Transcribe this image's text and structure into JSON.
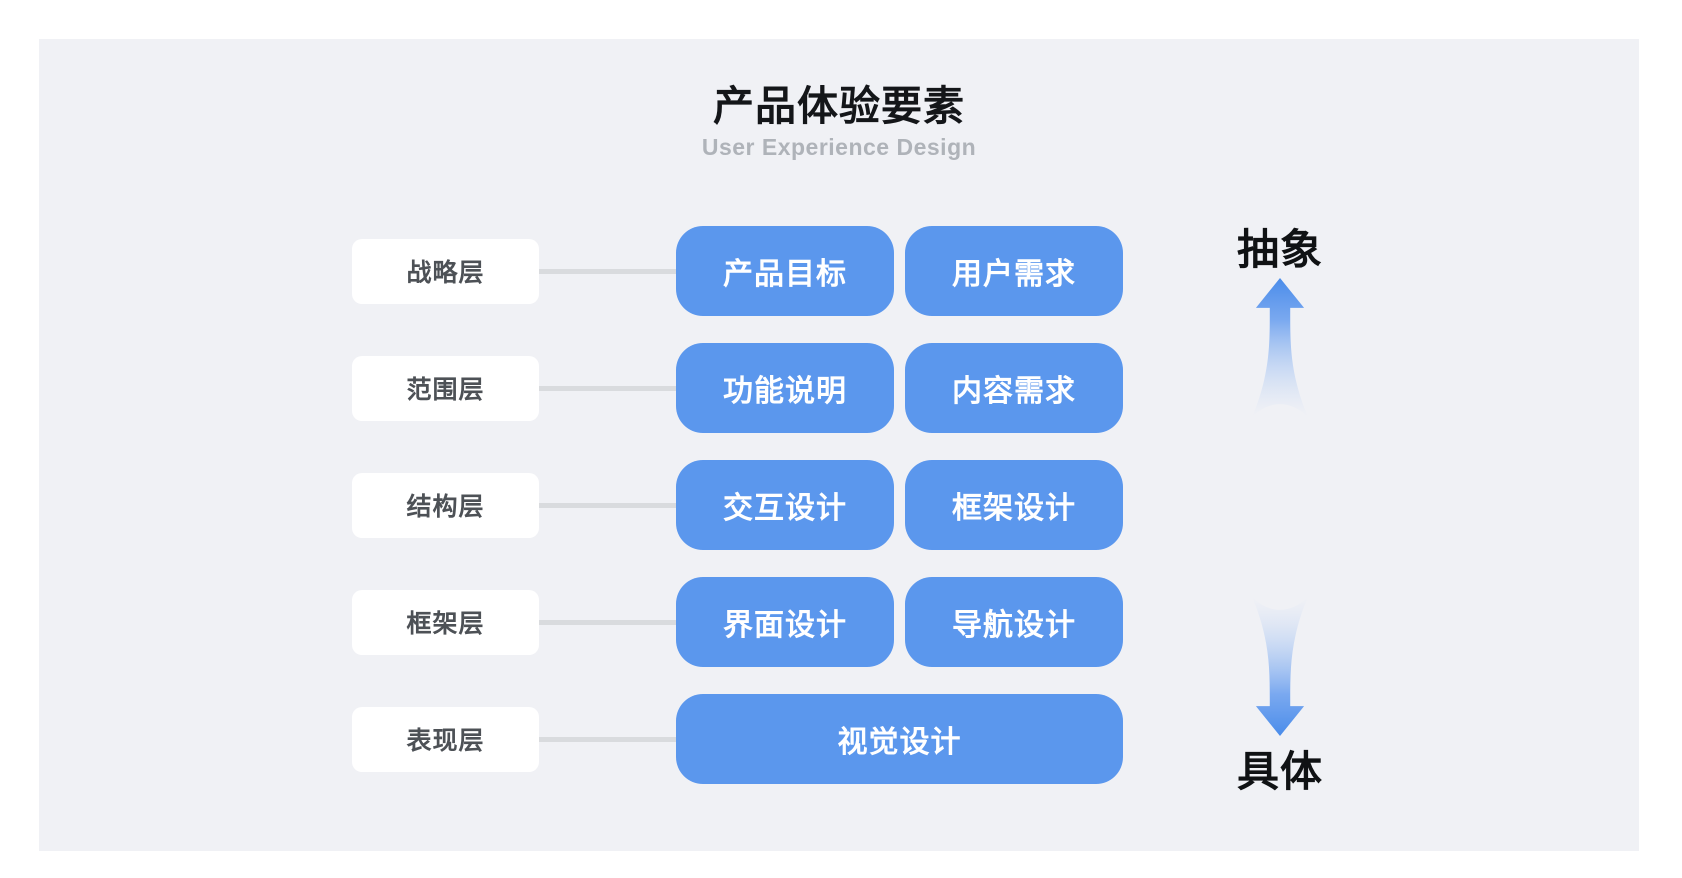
{
  "header": {
    "title": "产品体验要素",
    "subtitle": "User Experience Design"
  },
  "rows": [
    {
      "label": "战略层",
      "boxes": [
        "产品目标",
        "用户需求"
      ]
    },
    {
      "label": "范围层",
      "boxes": [
        "功能说明",
        "内容需求"
      ]
    },
    {
      "label": "结构层",
      "boxes": [
        "交互设计",
        "框架设计"
      ]
    },
    {
      "label": "框架层",
      "boxes": [
        "界面设计",
        "导航设计"
      ]
    },
    {
      "label": "表现层",
      "boxes": [
        "视觉设计"
      ]
    }
  ],
  "axis": {
    "top_label": "抽象",
    "bottom_label": "具体",
    "up_arrow_icon": "arrow-up-fading",
    "down_arrow_icon": "arrow-down-fading"
  },
  "colors": {
    "accent_blue": "#5B97ED",
    "arrow_blue": "#4A8CEA",
    "panel_bg": "#F0F1F5",
    "page_bg": "#FFFFFF",
    "label_box_bg": "#FFFFFF",
    "label_text": "#4D5156",
    "connector_gray": "#D9DBDE",
    "subtitle_gray": "#AFB3B9",
    "title_text": "#141619"
  }
}
